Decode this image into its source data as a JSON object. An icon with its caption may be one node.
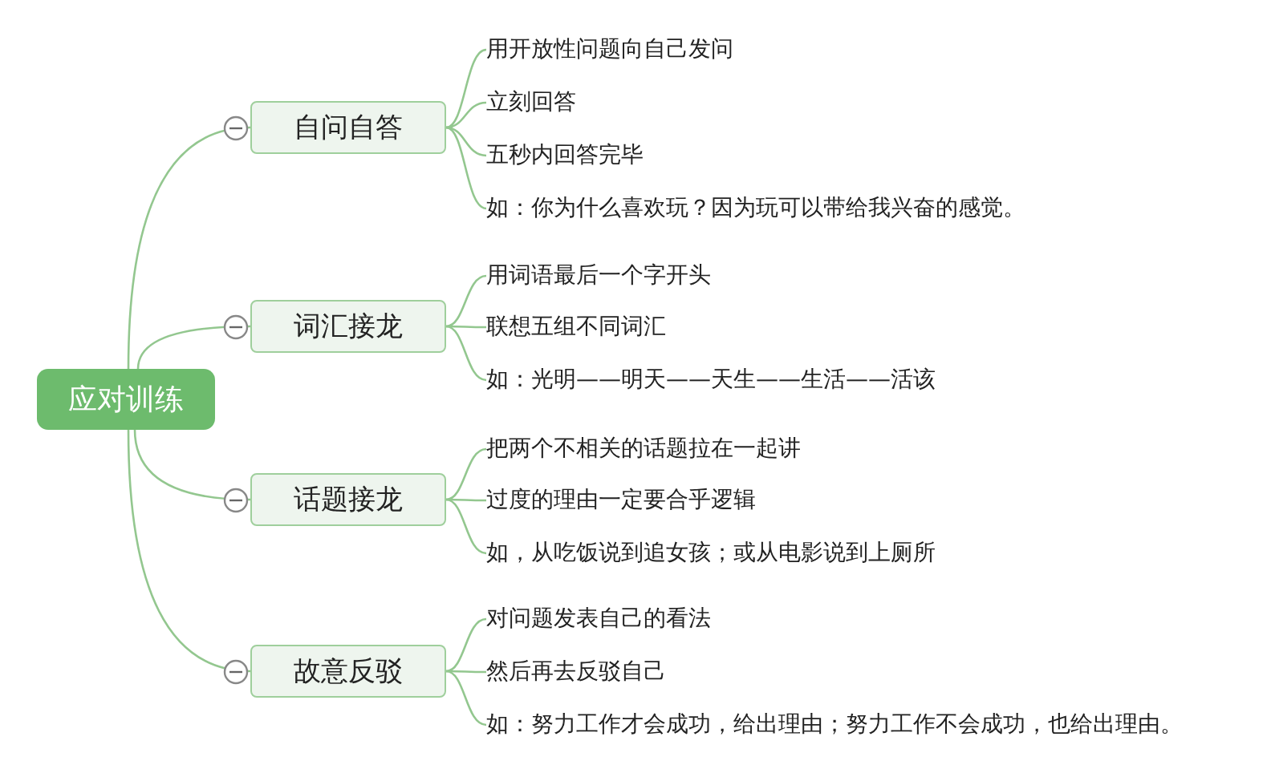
{
  "diagram": {
    "nodes": [
      {
        "text": [
          "应对训练"
        ]
      },
      {
        "text": [
          "自问自答"
        ]
      },
      {
        "text": [
          "用开放性问题向自己发问"
        ]
      },
      {
        "text": [
          "立刻回答"
        ]
      },
      {
        "text": [
          "五秒内回答完毕"
        ]
      },
      {
        "text": [
          "如：你为什么喜欢玩？因为玩可以带给我兴奋的感觉。"
        ]
      },
      {
        "text": [
          "词汇接龙"
        ]
      },
      {
        "text": [
          "用词语最后一个字开头"
        ]
      },
      {
        "text": [
          "联想五组不同词汇"
        ]
      },
      {
        "text": [
          "如：光明——明天——天生——生活——活该"
        ]
      },
      {
        "text": [
          "话题接龙"
        ]
      },
      {
        "text": [
          "把两个不相关的话题拉在一起讲"
        ]
      },
      {
        "text": [
          "过度的理由一定要合乎逻辑"
        ]
      },
      {
        "text": [
          "如，从吃饭说到追女孩；或从电影说到上厕所"
        ]
      },
      {
        "text": [
          "故意反驳"
        ]
      },
      {
        "text": [
          "对问题发表自己的看法"
        ]
      },
      {
        "text": [
          "然后再去反驳自己"
        ]
      },
      {
        "text": [
          "如：努力工作才会成功，给出理由；努力工作不会成功，也给出理由。"
        ]
      }
    ],
    "edges": [
      {
        "from": 0,
        "to": 1,
        "arrow": "none"
      },
      {
        "from": 1,
        "to": 2,
        "arrow": "none"
      },
      {
        "from": 1,
        "to": 3,
        "arrow": "none"
      },
      {
        "from": 1,
        "to": 4,
        "arrow": "none"
      },
      {
        "from": 1,
        "to": 5,
        "arrow": "none"
      },
      {
        "from": 0,
        "to": 6,
        "arrow": "none"
      },
      {
        "from": 6,
        "to": 7,
        "arrow": "none"
      },
      {
        "from": 6,
        "to": 8,
        "arrow": "none"
      },
      {
        "from": 6,
        "to": 9,
        "arrow": "none"
      },
      {
        "from": 0,
        "to": 10,
        "arrow": "none"
      },
      {
        "from": 10,
        "to": 11,
        "arrow": "none"
      },
      {
        "from": 10,
        "to": 12,
        "arrow": "none"
      },
      {
        "from": 10,
        "to": 13,
        "arrow": "none"
      },
      {
        "from": 0,
        "to": 14,
        "arrow": "none"
      },
      {
        "from": 14,
        "to": 15,
        "arrow": "none"
      },
      {
        "from": 14,
        "to": 16,
        "arrow": "none"
      },
      {
        "from": 14,
        "to": 17,
        "arrow": "none"
      }
    ]
  }
}
